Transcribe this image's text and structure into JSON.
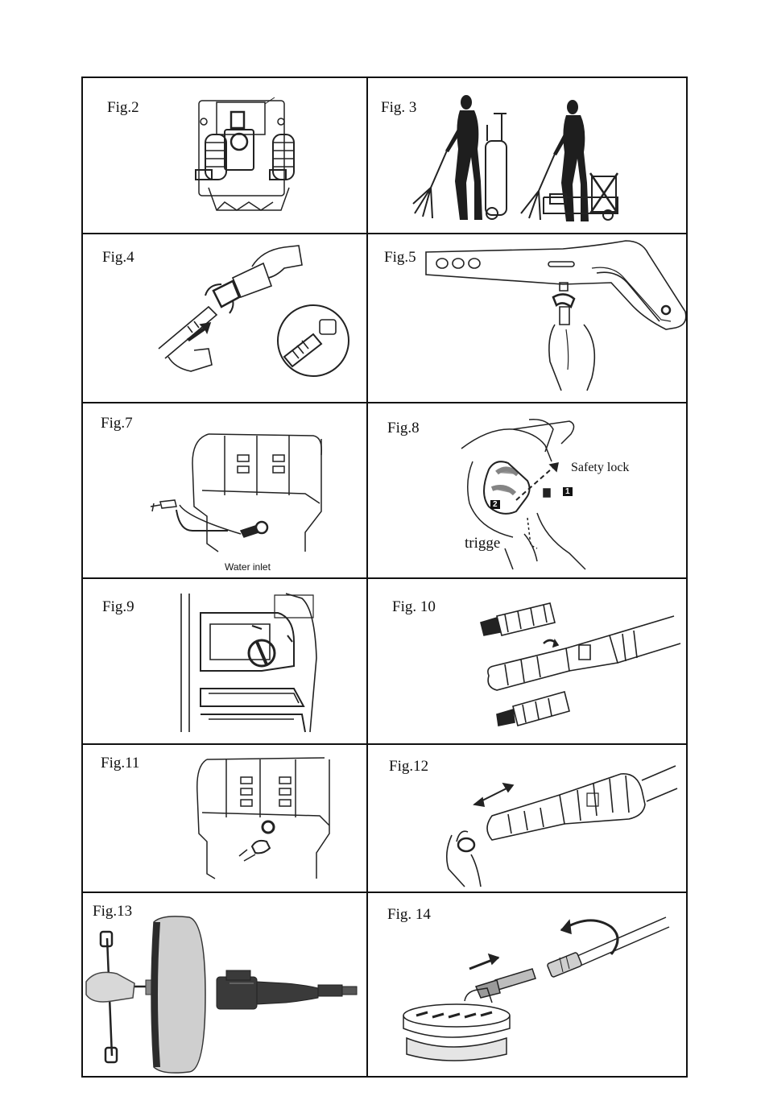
{
  "figures": [
    {
      "id": "fig2",
      "label": "Fig.2"
    },
    {
      "id": "fig3",
      "label": "Fig. 3"
    },
    {
      "id": "fig4",
      "label": "Fig.4"
    },
    {
      "id": "fig5",
      "label": "Fig.5"
    },
    {
      "id": "fig7",
      "label": "Fig.7",
      "caption": "Water inlet"
    },
    {
      "id": "fig8",
      "label": "Fig.8",
      "callouts": {
        "safety_lock": "Safety lock",
        "trigger": "trigge",
        "step1": "1",
        "step2": "2"
      }
    },
    {
      "id": "fig9",
      "label": "Fig.9"
    },
    {
      "id": "fig10",
      "label": "Fig. 10"
    },
    {
      "id": "fig11",
      "label": "Fig.11"
    },
    {
      "id": "fig12",
      "label": "Fig.12"
    },
    {
      "id": "fig13",
      "label": "Fig.13"
    },
    {
      "id": "fig14",
      "label": "Fig. 14"
    }
  ]
}
